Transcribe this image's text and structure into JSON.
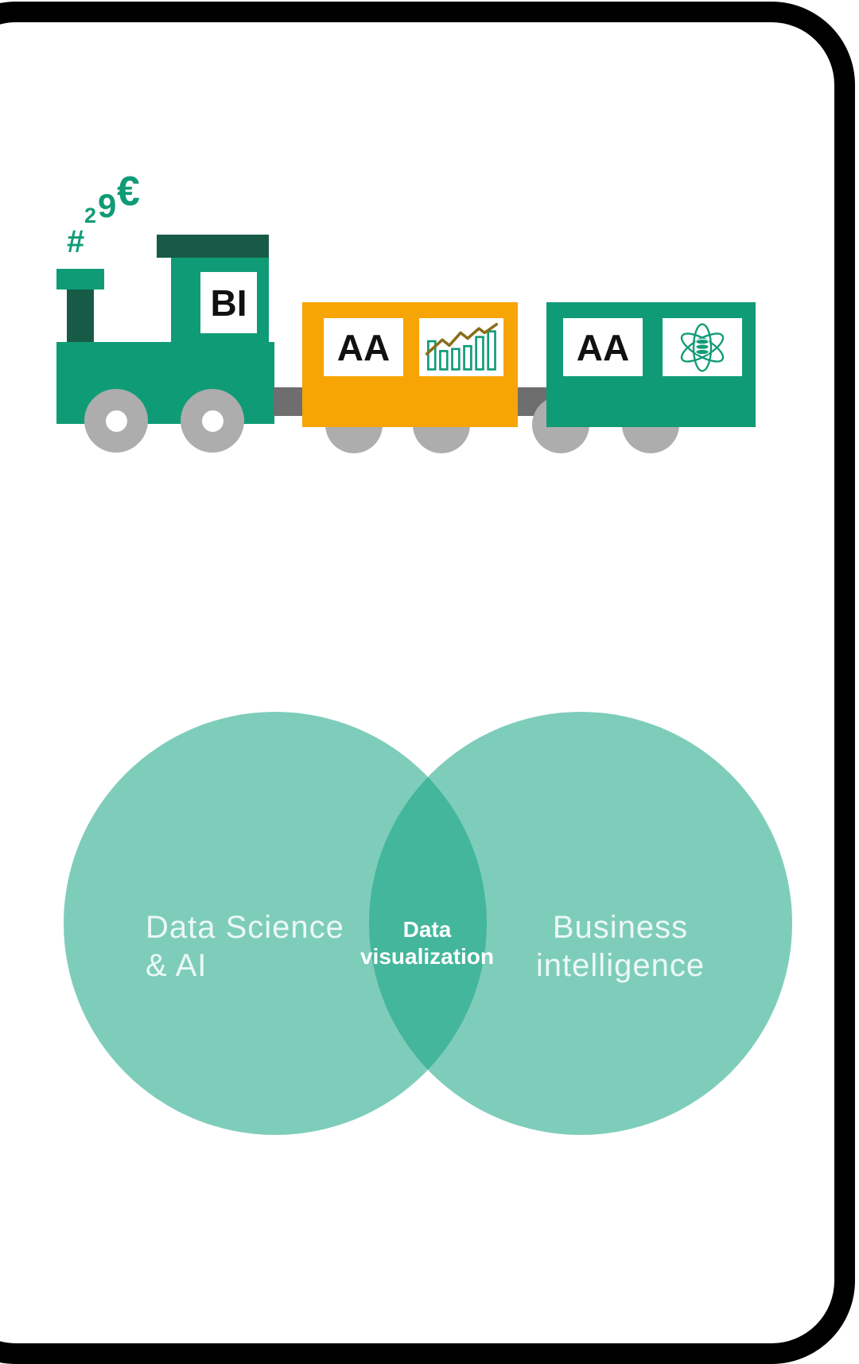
{
  "card": {
    "background": "#ffffff",
    "border_color": "#000000"
  },
  "train": {
    "smoke": [
      "#",
      "2",
      "9",
      "€"
    ],
    "locomotive_window_label": "BI",
    "analytics_wagon_window_label": "AA",
    "science_wagon_window_label": "AA",
    "icons": {
      "chart": "bar-chart-with-trend-line",
      "atom": "atom-orbits-with-database"
    },
    "colors": {
      "teal": "#109B77",
      "dark_green": "#175B47",
      "orange": "#F7A405",
      "wheel_gray": "#ADADAD",
      "coupling_gray": "#6E6E6E",
      "chart_line_olive": "#8A6D1B"
    }
  },
  "venn": {
    "circle_color": "rgba(20,164,129,0.55)",
    "left": {
      "line1": "Data Science",
      "line2": "& AI"
    },
    "center": {
      "line1": "Data",
      "line2": "visualization"
    },
    "right": {
      "line1": "Business",
      "line2": "intelligence"
    }
  }
}
